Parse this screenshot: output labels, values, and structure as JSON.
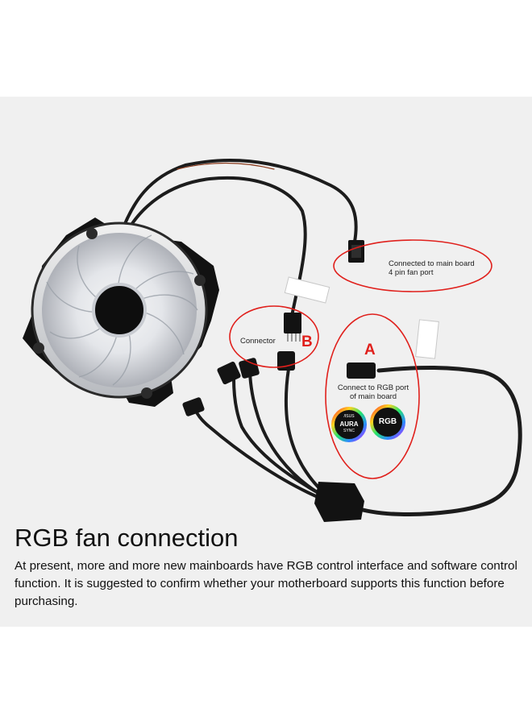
{
  "title": "RGB fan connection",
  "description": "At present, more and more new mainboards have RGB control interface and software control function. It is suggested to confirm whether your motherboard supports this function before purchasing.",
  "callouts": {
    "fan_port": {
      "line1": "Connected to main board",
      "line2": "4 pin fan port"
    },
    "connector": {
      "label": "Connector",
      "letter": "B"
    },
    "rgb_port": {
      "line1": "Connect to RGB port",
      "line2": "of main board",
      "letter": "A"
    }
  },
  "logos": {
    "aura": {
      "brand": "/ISUS",
      "top": "AURA",
      "bottom": "SYNC"
    },
    "rgb": "RGB"
  },
  "colors": {
    "callout_outline": "#e0201c",
    "cable": "#1c1c1c",
    "background": "#f0f0f0"
  }
}
